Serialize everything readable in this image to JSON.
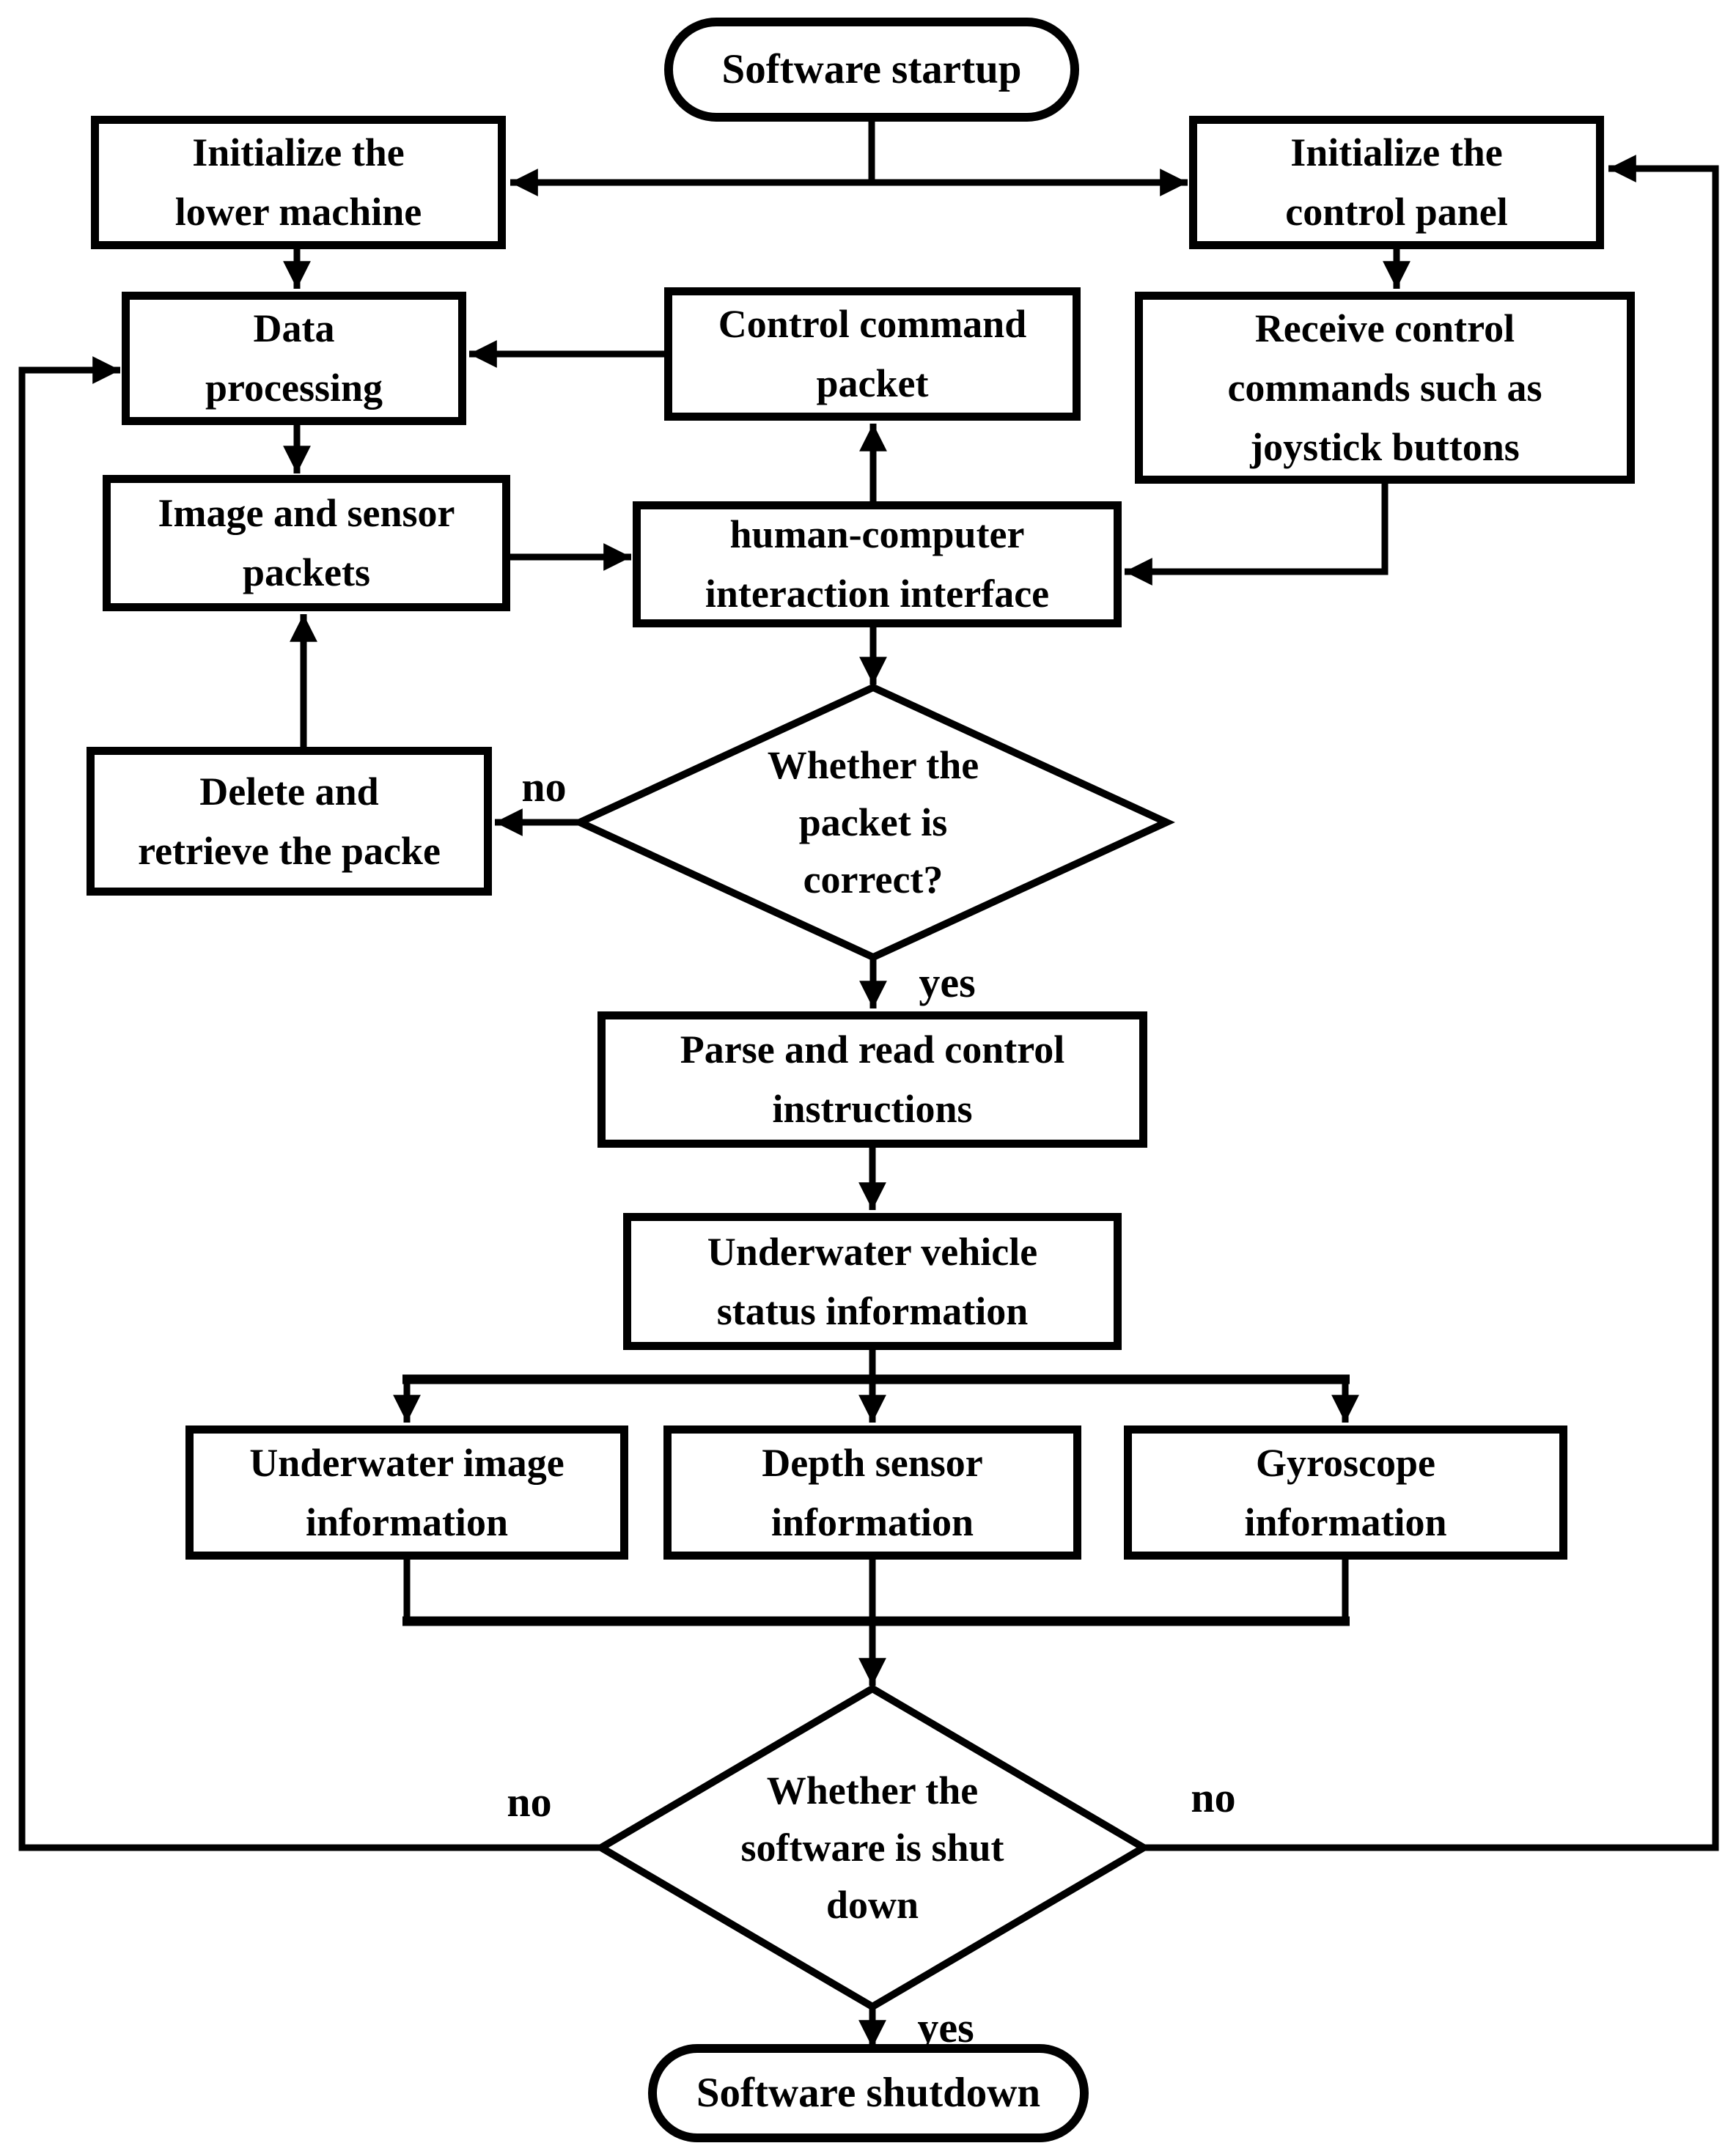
{
  "diagram": {
    "nodes": {
      "start": {
        "label": "Software startup",
        "shape": "terminator"
      },
      "init_lower": {
        "label": "Initialize the\nlower machine",
        "shape": "process"
      },
      "init_panel": {
        "label": "Initialize the\ncontrol panel",
        "shape": "process"
      },
      "data_processing": {
        "label": "Data\nprocessing",
        "shape": "process"
      },
      "control_packet": {
        "label": "Control command\npacket",
        "shape": "process"
      },
      "receive_commands": {
        "label": "Receive control\ncommands such as\njoystick buttons",
        "shape": "process"
      },
      "image_sensor_packets": {
        "label": "Image and sensor\npackets",
        "shape": "process"
      },
      "hci": {
        "label": "human-computer\ninteraction interface",
        "shape": "process"
      },
      "delete_retrieve": {
        "label": "Delete and\nretrieve the packe",
        "shape": "process"
      },
      "packet_correct": {
        "label": "Whether the\npacket is\ncorrect?",
        "shape": "decision"
      },
      "parse_instructions": {
        "label": "Parse and read control\ninstructions",
        "shape": "process"
      },
      "vehicle_status": {
        "label": "Underwater vehicle\nstatus information",
        "shape": "process"
      },
      "underwater_image": {
        "label": "Underwater image\ninformation",
        "shape": "process"
      },
      "depth_sensor": {
        "label": "Depth sensor\ninformation",
        "shape": "process"
      },
      "gyroscope": {
        "label": "Gyroscope\ninformation",
        "shape": "process"
      },
      "shutdown_check": {
        "label": "Whether the\nsoftware is shut\ndown",
        "shape": "decision"
      },
      "shutdown": {
        "label": "Software shutdown",
        "shape": "terminator"
      }
    },
    "edge_labels": {
      "packet_no": "no",
      "packet_yes": "yes",
      "shutdown_no_left": "no",
      "shutdown_no_right": "no",
      "shutdown_yes": "yes"
    },
    "colors": {
      "ink": "#000000",
      "paper": "#ffffff"
    }
  }
}
